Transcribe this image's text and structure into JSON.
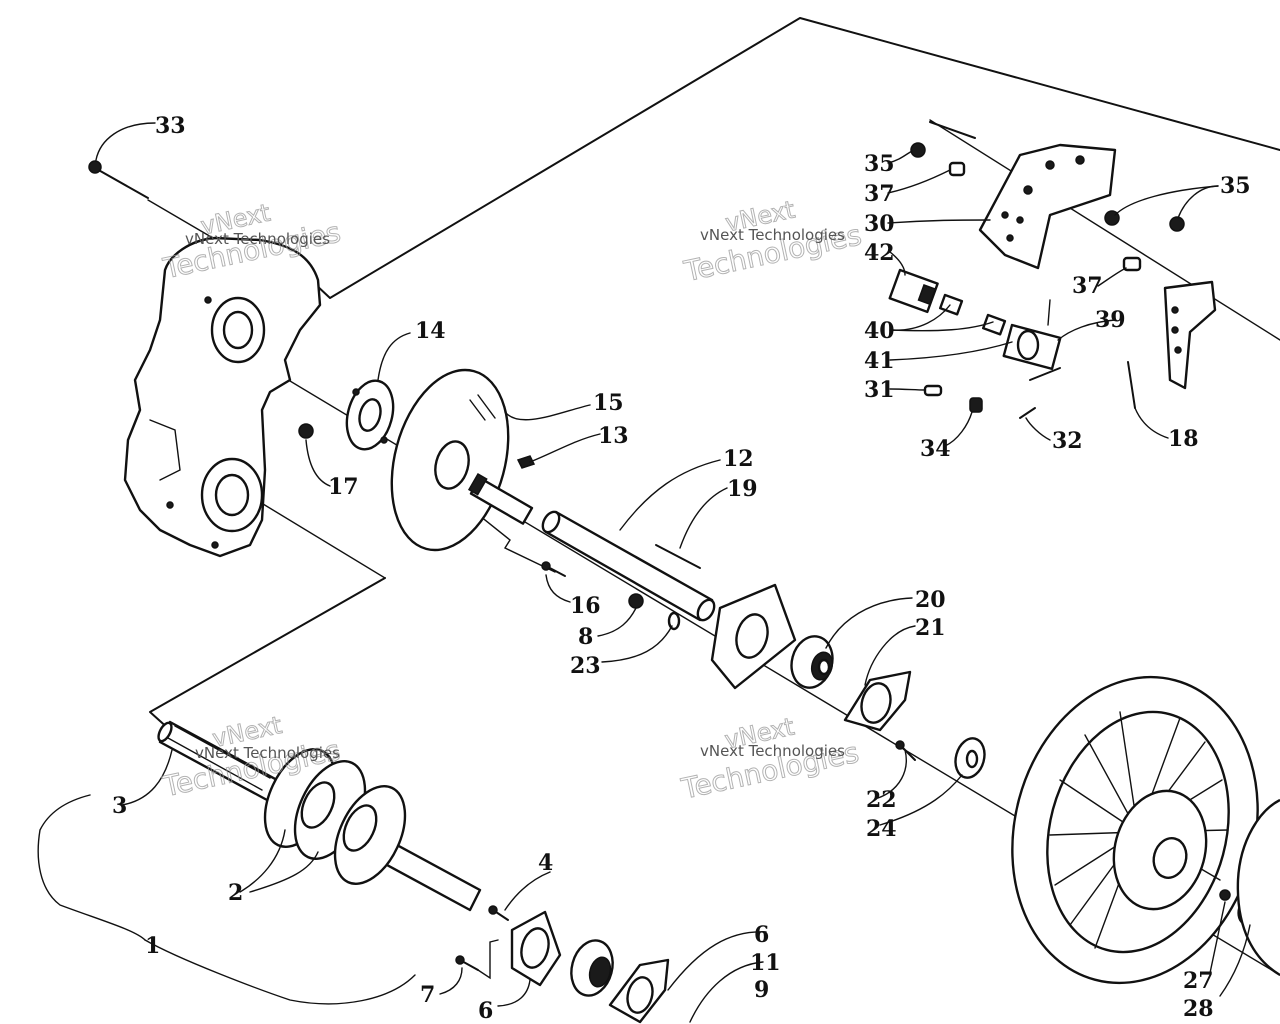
{
  "watermark": {
    "line1": "vNext",
    "line2": "Technologies",
    "small": "vNext Technologies"
  },
  "callouts": {
    "c1": "1",
    "c2": "2",
    "c3": "3",
    "c4": "4",
    "c6a": "6",
    "c6b": "6",
    "c7": "7",
    "c8": "8",
    "c9": "9",
    "c11": "11",
    "c12": "12",
    "c13": "13",
    "c14": "14",
    "c15": "15",
    "c16": "16",
    "c17": "17",
    "c18": "18",
    "c19": "19",
    "c20": "20",
    "c21": "21",
    "c22": "22",
    "c23": "23",
    "c24": "24",
    "c27": "27",
    "c28": "28",
    "c30": "30",
    "c31": "31",
    "c32": "32",
    "c33": "33",
    "c34": "34",
    "c35a": "35",
    "c35b": "35",
    "c37a": "37",
    "c37b": "37",
    "c39": "39",
    "c40": "40",
    "c41": "41",
    "c42": "42"
  },
  "colors": {
    "ink": "#111111",
    "paper": "#ffffff",
    "watermark": "#9a9a9a"
  }
}
